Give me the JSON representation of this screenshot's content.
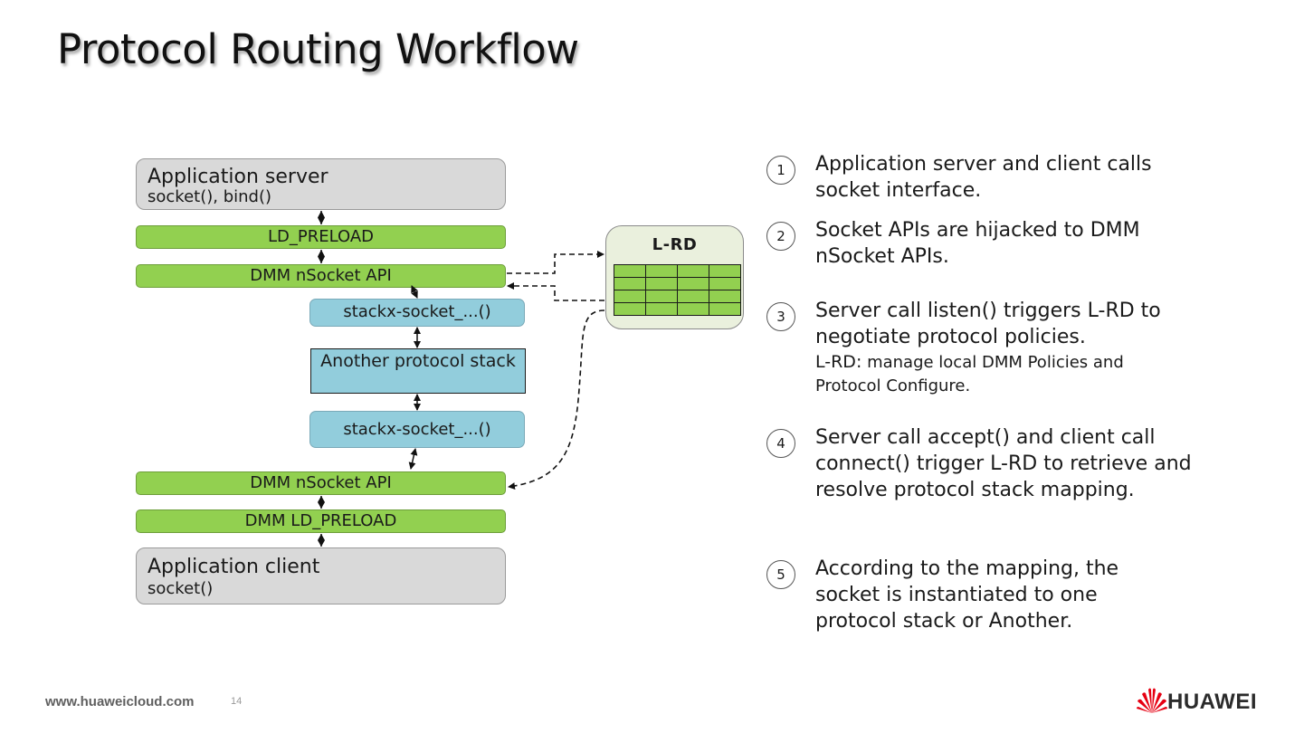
{
  "slide": {
    "title": "Protocol Routing Workflow",
    "page_number": "14",
    "footer_url": "www.huaweicloud.com",
    "brand": "HUAWEI"
  },
  "diagram": {
    "app_server": {
      "title": "Application server",
      "calls": "socket(), bind()"
    },
    "ld_preload": "LD_PRELOAD",
    "dmm_nsocket_top": "DMM nSocket API",
    "stackx_top": "stackx-socket_...()",
    "another_stack": "Another protocol stack",
    "stackx_bottom": "stackx-socket_...()",
    "dmm_nsocket_bottom": "DMM nSocket API",
    "dmm_ld_preload": "DMM LD_PRELOAD",
    "app_client": {
      "title": "Application client",
      "calls": "socket()"
    },
    "lrd": {
      "title": "L-RD",
      "table_rows": 4,
      "table_cols": 4
    },
    "colors": {
      "green": "#92d050",
      "blue": "#92cddc",
      "gray": "#d9d9d9",
      "lrd_bg": "#eaf0dd"
    }
  },
  "steps": [
    {
      "num": "1",
      "text": "Application server and client calls socket interface."
    },
    {
      "num": "2",
      "text": "Socket APIs are hijacked to DMM nSocket APIs."
    },
    {
      "num": "3",
      "text": "Server call listen() triggers L-RD to negotiate protocol policies.",
      "note_label": "L-RD:",
      "note_text": " manage local DMM Policies and Protocol Configure."
    },
    {
      "num": "4",
      "text": "Server call accept() and client call connect() trigger L-RD to retrieve and resolve protocol stack mapping."
    },
    {
      "num": "5",
      "text": "According to the mapping, the socket is instantiated to one protocol stack or Another."
    }
  ]
}
